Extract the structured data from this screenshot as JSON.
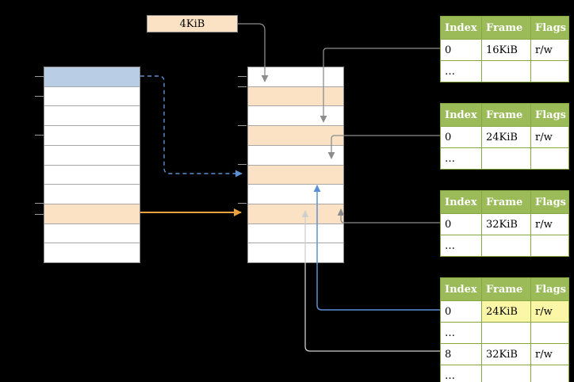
{
  "frame_label": {
    "text": "4KiB"
  },
  "virtual_memory": {
    "rows": 10,
    "blue_rows": [
      0
    ],
    "peach_rows": [
      7
    ]
  },
  "physical_memory": {
    "rows": 10,
    "blue_rows": [],
    "peach_rows": [
      1,
      3,
      5,
      7
    ]
  },
  "page_tables": {
    "headers": [
      "Index",
      "Frame",
      "Flags"
    ],
    "tables": [
      {
        "rows": [
          {
            "index": "0",
            "frame": "16KiB",
            "flags": "r/w"
          },
          {
            "index": "…",
            "frame": "",
            "flags": ""
          }
        ]
      },
      {
        "rows": [
          {
            "index": "0",
            "frame": "24KiB",
            "flags": "r/w"
          },
          {
            "index": "…",
            "frame": "",
            "flags": ""
          }
        ]
      },
      {
        "rows": [
          {
            "index": "0",
            "frame": "32KiB",
            "flags": "r/w"
          },
          {
            "index": "…",
            "frame": "",
            "flags": ""
          }
        ]
      },
      {
        "rows": [
          {
            "index": "0",
            "frame": "24KiB",
            "flags": "r/w",
            "highlighted": true
          },
          {
            "index": "…",
            "frame": "",
            "flags": ""
          },
          {
            "index": "8",
            "frame": "32KiB",
            "flags": "r/w"
          },
          {
            "index": "…",
            "frame": "",
            "flags": ""
          }
        ]
      }
    ]
  },
  "colors": {
    "background": "#000000",
    "table_header_green": "#9bbb59",
    "table_border_green": "#87a840",
    "highlight_yellow": "#fbf7a6",
    "peach": "#fbe2c4",
    "light_blue": "#b9cde5",
    "arrow_gray": "#8c8c8c",
    "arrow_light": "#cfcfcf",
    "arrow_blue": "#5b8fd4",
    "arrow_orange": "#e8a13c"
  }
}
